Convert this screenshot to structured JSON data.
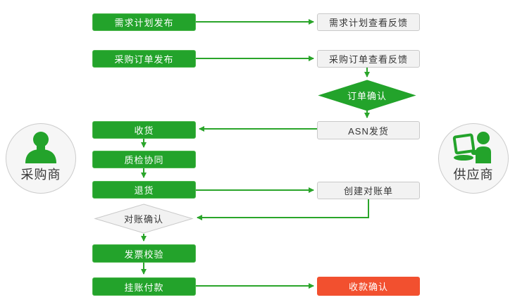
{
  "colors": {
    "green": "#23a32b",
    "arrow-green": "#2aa52a",
    "red": "#f2502f",
    "panel-fill": "#f2f2f2",
    "panel-border": "#c9c9c9",
    "text-dark": "#363636"
  },
  "actors": {
    "buyer": {
      "label": "采购商",
      "icon": "person-icon"
    },
    "supplier": {
      "label": "供应商",
      "icon": "person-laptop-icon"
    }
  },
  "nodes": {
    "demand_plan_publish": {
      "label": "需求计划发布"
    },
    "demand_plan_feedback": {
      "label": "需求计划查看反馈"
    },
    "purchase_order_publish": {
      "label": "采购订单发布"
    },
    "purchase_order_feedback": {
      "label": "采购订单查看反馈"
    },
    "order_confirm": {
      "label": "订单确认"
    },
    "asn_ship": {
      "label": "ASN发货"
    },
    "receive_goods": {
      "label": "收货"
    },
    "quality_collab": {
      "label": "质检协同"
    },
    "return_goods": {
      "label": "退货"
    },
    "create_statement": {
      "label": "创建对账单"
    },
    "statement_confirm": {
      "label": "对账确认"
    },
    "invoice_check": {
      "label": "发票校验"
    },
    "pending_payment": {
      "label": "挂账付款"
    },
    "payment_confirm": {
      "label": "收款确认"
    }
  }
}
